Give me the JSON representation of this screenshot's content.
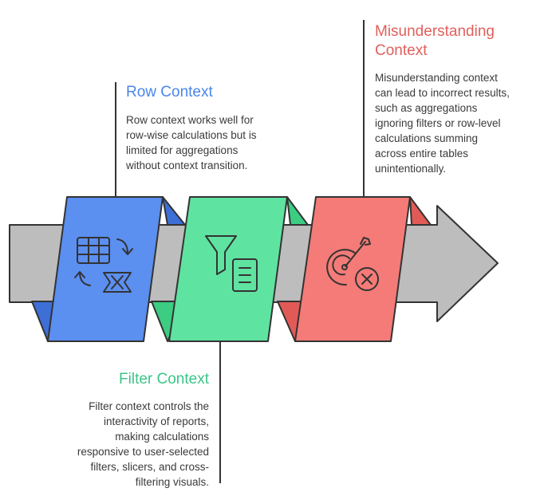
{
  "title": "Row, Filter and Misunderstanding Context",
  "colors": {
    "arrow_fill": "#bdbdbd",
    "outline": "#333333",
    "row": "#5b8ff0",
    "row_dark": "#3d6fd6",
    "filter": "#5fe3a1",
    "filter_dark": "#3ccc82",
    "misunderstanding": "#f47b77",
    "misunderstanding_dark": "#e25a56",
    "row_heading": "#4a86e8",
    "filter_heading": "#3cc587",
    "misunderstanding_heading": "#e0605c"
  },
  "steps": [
    {
      "id": "row",
      "heading": "Row Context",
      "icon": "table-transform-icon",
      "description_lines": [
        "Row context works well for",
        "row-wise calculations but is",
        "limited for aggregations",
        "without context transition."
      ]
    },
    {
      "id": "filter",
      "heading": "Filter Context",
      "icon": "funnel-document-icon",
      "description_lines": [
        "Filter context controls the",
        "interactivity of reports,",
        "making calculations",
        "responsive to user-selected",
        "filters, slicers, and cross-",
        "filtering visuals."
      ]
    },
    {
      "id": "misunderstanding",
      "heading_lines": [
        "Misunderstanding",
        "Context"
      ],
      "icon": "missed-target-icon",
      "description_lines": [
        "Misunderstanding context",
        "can lead to incorrect results,",
        "such as aggregations",
        "ignoring filters or row-level",
        "calculations summing",
        "across entire tables",
        "unintentionally."
      ]
    }
  ]
}
